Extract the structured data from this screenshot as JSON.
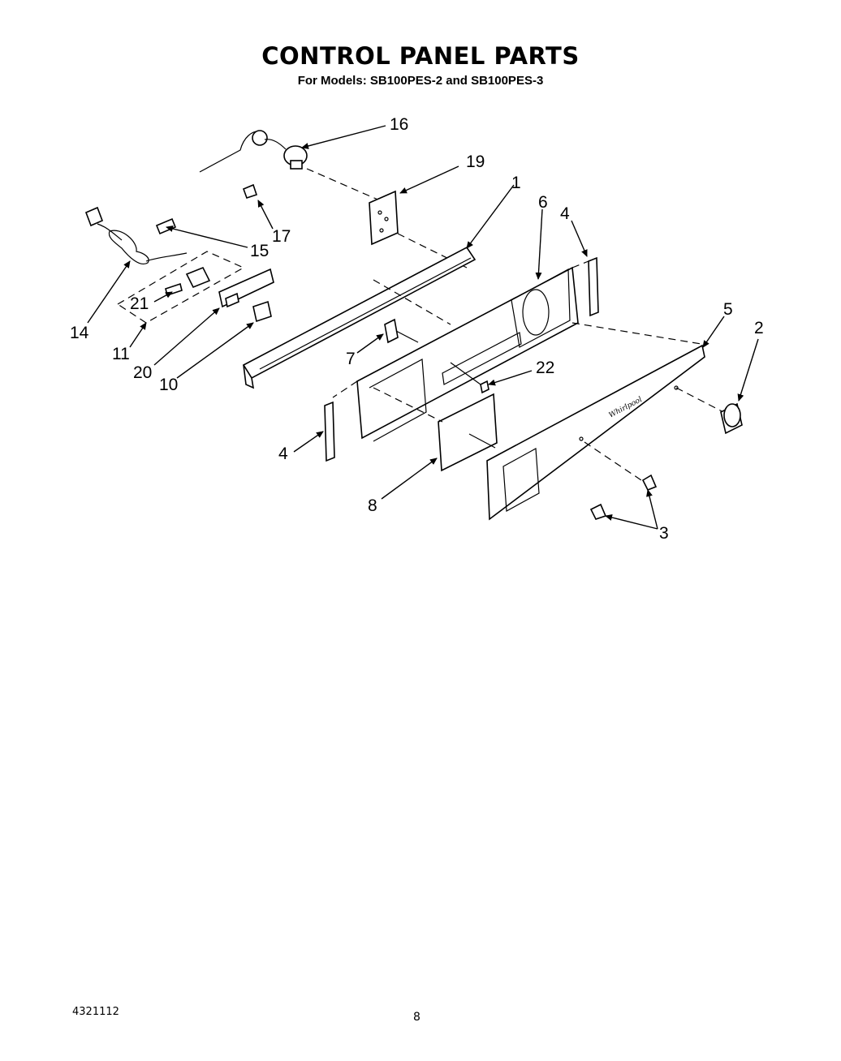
{
  "header": {
    "title": "CONTROL PANEL PARTS",
    "subtitle": "For Models: SB100PES-2 and SB100PES-3"
  },
  "callouts": {
    "p1": "1",
    "p2": "2",
    "p3": "3",
    "p4a": "4",
    "p4b": "4",
    "p5": "5",
    "p6": "6",
    "p7": "7",
    "p8": "8",
    "p10": "10",
    "p11": "11",
    "p14": "14",
    "p15": "15",
    "p16": "16",
    "p17": "17",
    "p19": "19",
    "p20": "20",
    "p21": "21",
    "p22": "22"
  },
  "footer": {
    "doc_number": "4321112",
    "page_number": "8"
  }
}
